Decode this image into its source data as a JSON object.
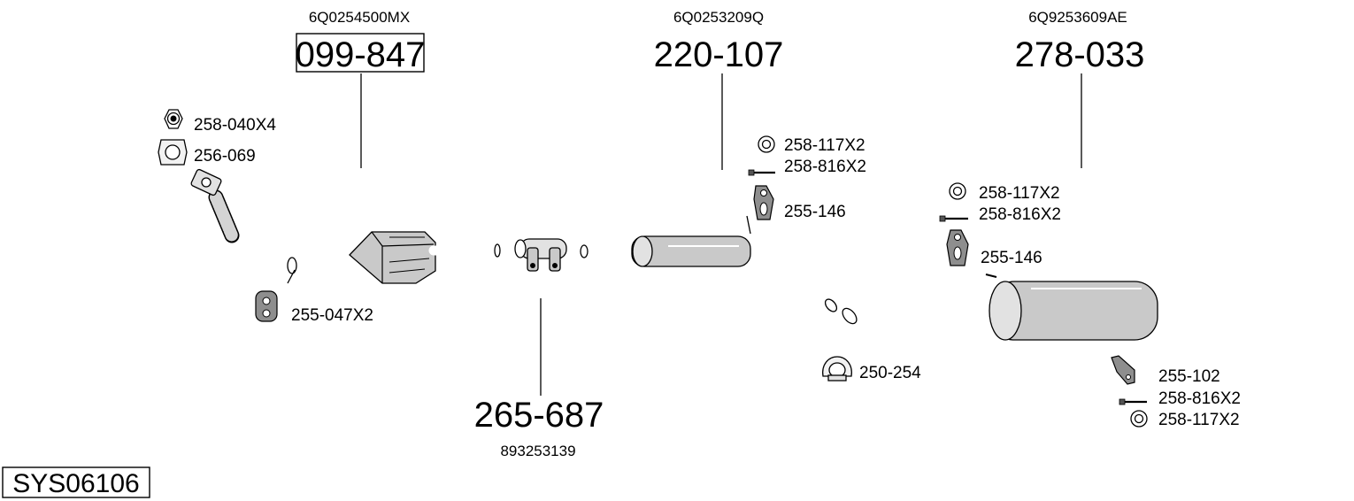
{
  "system_code": "SYS06106",
  "main_parts": [
    {
      "oem": "6Q0254500MX",
      "part_number": "099-847",
      "boxed": true
    },
    {
      "oem": "6Q0253209Q",
      "part_number": "220-107",
      "boxed": false
    },
    {
      "oem": "6Q9253609AE",
      "part_number": "278-033",
      "boxed": false
    },
    {
      "oem": "893253139",
      "part_number": "265-687",
      "boxed": false
    }
  ],
  "accessories": {
    "nut": "258-040X4",
    "gasket": "256-069",
    "hanger_front": "255-047X2",
    "ring_mid": "258-117X2",
    "bolt_mid": "258-816X2",
    "hanger_mid": "255-146",
    "ring_rear": "258-117X2",
    "bolt_rear": "258-816X2",
    "hanger_rear": "255-146",
    "clamp": "250-254",
    "bracket": "255-102",
    "bolt_tail": "258-816X2",
    "ring_tail": "258-117X2"
  }
}
